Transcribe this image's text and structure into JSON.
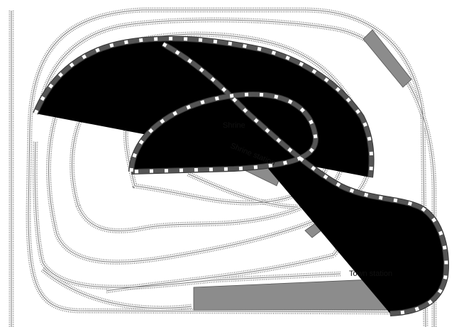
{
  "labels": {
    "shrine": "Shrine",
    "shrine_station": "Shrine station",
    "town_station": "Town station"
  },
  "colors": {
    "track_gray": "#8a8a8a",
    "track_dark": "#444444",
    "platform": "#8c8c8c"
  }
}
